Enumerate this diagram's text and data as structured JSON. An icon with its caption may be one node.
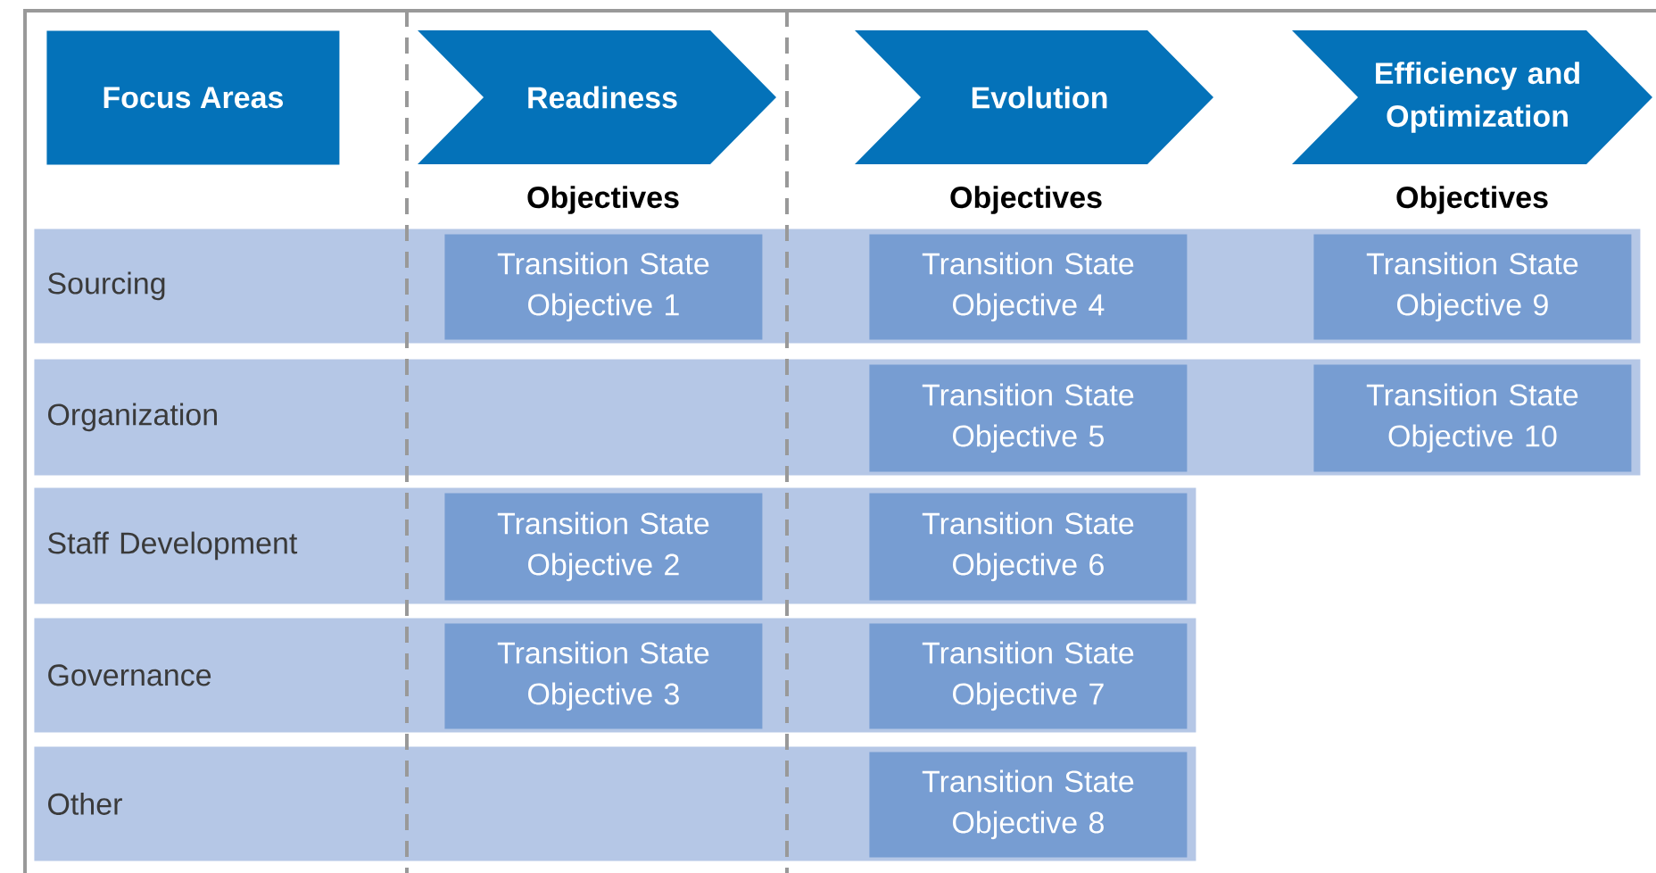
{
  "diagram": {
    "nodes": [
      {
        "text": [
          "Focus Areas"
        ]
      },
      {
        "text": [
          "Readiness"
        ]
      },
      {
        "text": [
          "Evolution"
        ]
      },
      {
        "text": [
          "Efficiency and Optimization"
        ]
      },
      {
        "text": [
          "Sourcing"
        ]
      },
      {
        "text": [
          "Transition State Objective 1"
        ],
        "in": 4
      },
      {
        "text": [
          "Transition State Objective 4"
        ],
        "in": 4
      },
      {
        "text": [
          "Transition State Objective 9"
        ],
        "in": 4
      },
      {
        "text": [
          "Organization"
        ]
      },
      {
        "text": [
          "Transition State Objective 5"
        ],
        "in": 8
      },
      {
        "text": [
          "Transition State Objective 10"
        ],
        "in": 8
      },
      {
        "text": [
          "Staff Development"
        ]
      },
      {
        "text": [
          "Transition State Objective 2"
        ],
        "in": 11
      },
      {
        "text": [
          "Transition State Objective 6"
        ],
        "in": 11
      },
      {
        "text": [
          "Governance"
        ]
      },
      {
        "text": [
          "Transition State Objective 3"
        ],
        "in": 14
      },
      {
        "text": [
          "Transition State Objective 7"
        ],
        "in": 14
      },
      {
        "text": [
          "Other"
        ]
      },
      {
        "text": [
          "Transition State Objective 8"
        ],
        "in": 17
      }
    ],
    "labels": [
      "Objectives",
      "Objectives",
      "Objectives"
    ]
  }
}
